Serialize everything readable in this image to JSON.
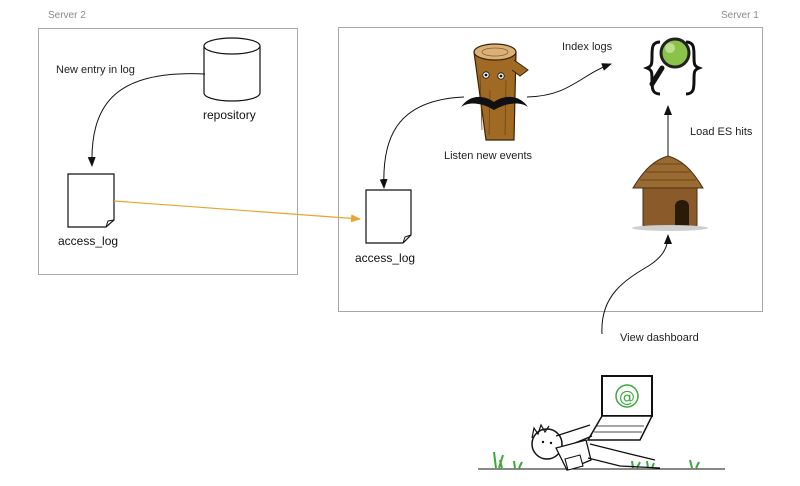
{
  "server2": {
    "title": "Server 2"
  },
  "server1": {
    "title": "Server 1"
  },
  "labels": {
    "new_entry": "New entry in log",
    "repository": "repository",
    "access_log_left": "access_log",
    "access_log_right": "access_log",
    "listen": "Listen new events",
    "index_logs": "Index logs",
    "load_es": "Load ES hits",
    "view_dashboard": "View dashboard"
  },
  "icons": {
    "laptop_screen_symbol": "@"
  },
  "colors": {
    "transfer_arrow": "#e8a630",
    "magnifier_lens": "#8bc34a",
    "laptop_at": "#3aa83a",
    "grass": "#3aa83a",
    "hut": "#8a5a2b",
    "log": "#a06a25"
  }
}
